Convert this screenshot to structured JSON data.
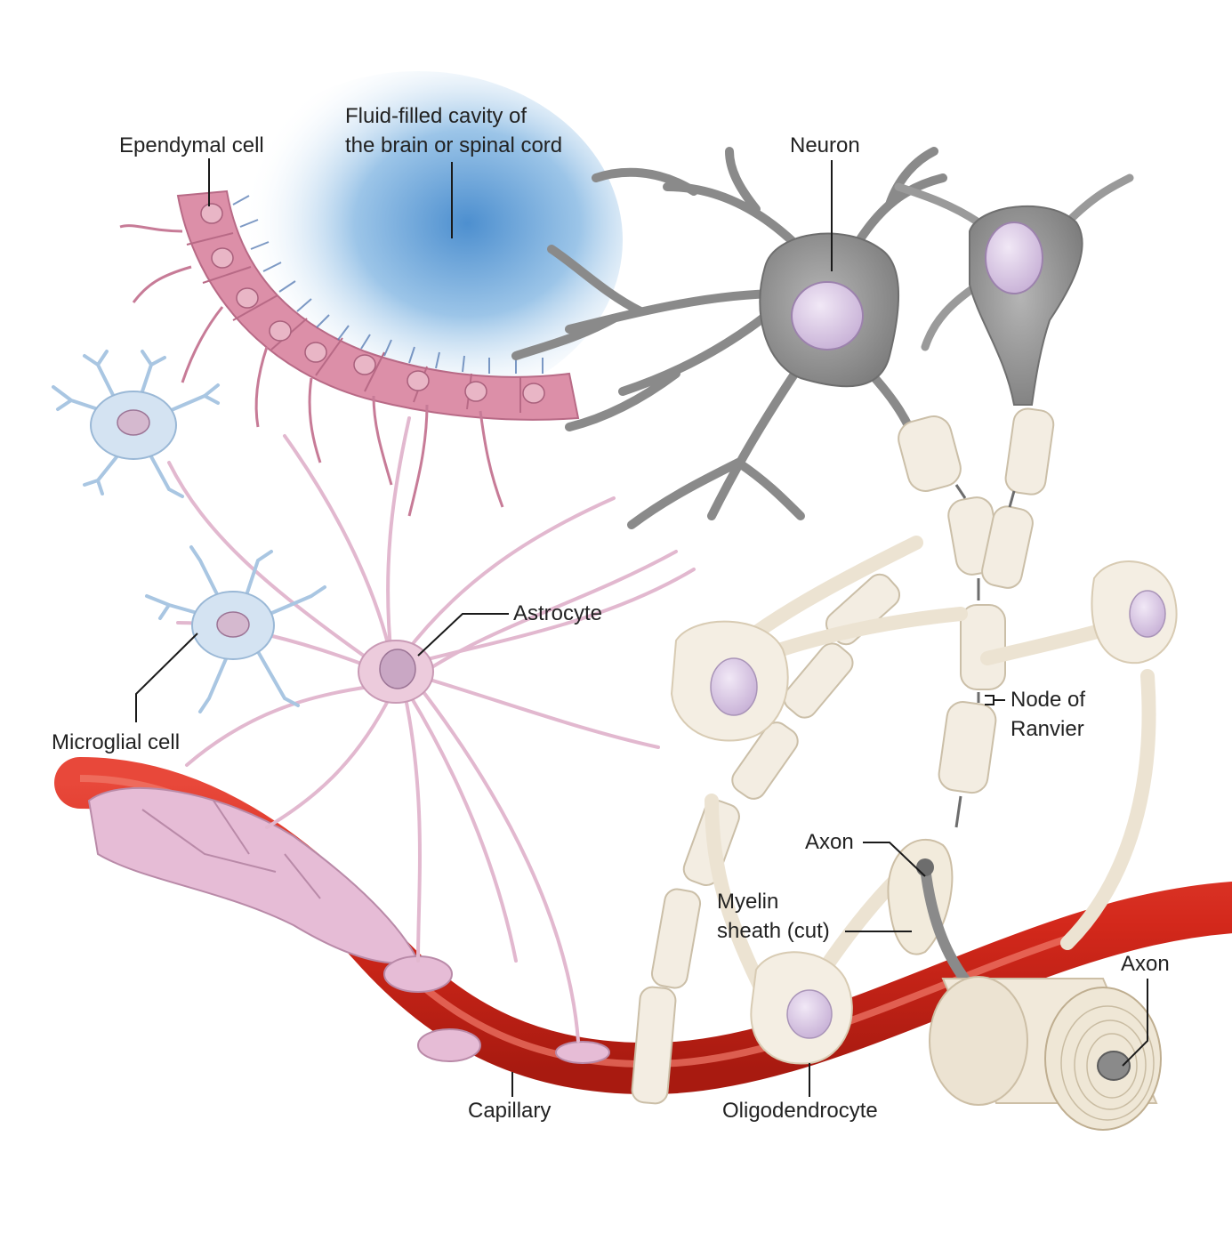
{
  "labels": {
    "ependymal_cell": "Ependymal cell",
    "fluid_cavity": [
      "Fluid-filled cavity of",
      "the brain or spinal cord"
    ],
    "neuron": "Neuron",
    "astrocyte": "Astrocyte",
    "microglial_cell": "Microglial cell",
    "node_of_ranvier": [
      "Node of",
      "Ranvier"
    ],
    "axon_upper": "Axon",
    "myelin_sheath": [
      "Myelin",
      "sheath (cut)"
    ],
    "axon_right": "Axon",
    "capillary": "Capillary",
    "oligodendrocyte": "Oligodendrocyte"
  },
  "colors": {
    "ependymal": "#d98aa4",
    "fluid": "#7fb4e0",
    "neuron": "#8e8e8e",
    "astrocyte": "#e8c3d8",
    "microglia": "#b9d2ea",
    "capillary": "#d3281b",
    "oligodendrocyte": "#f4eee3",
    "nucleus": "#d8c7e4"
  }
}
